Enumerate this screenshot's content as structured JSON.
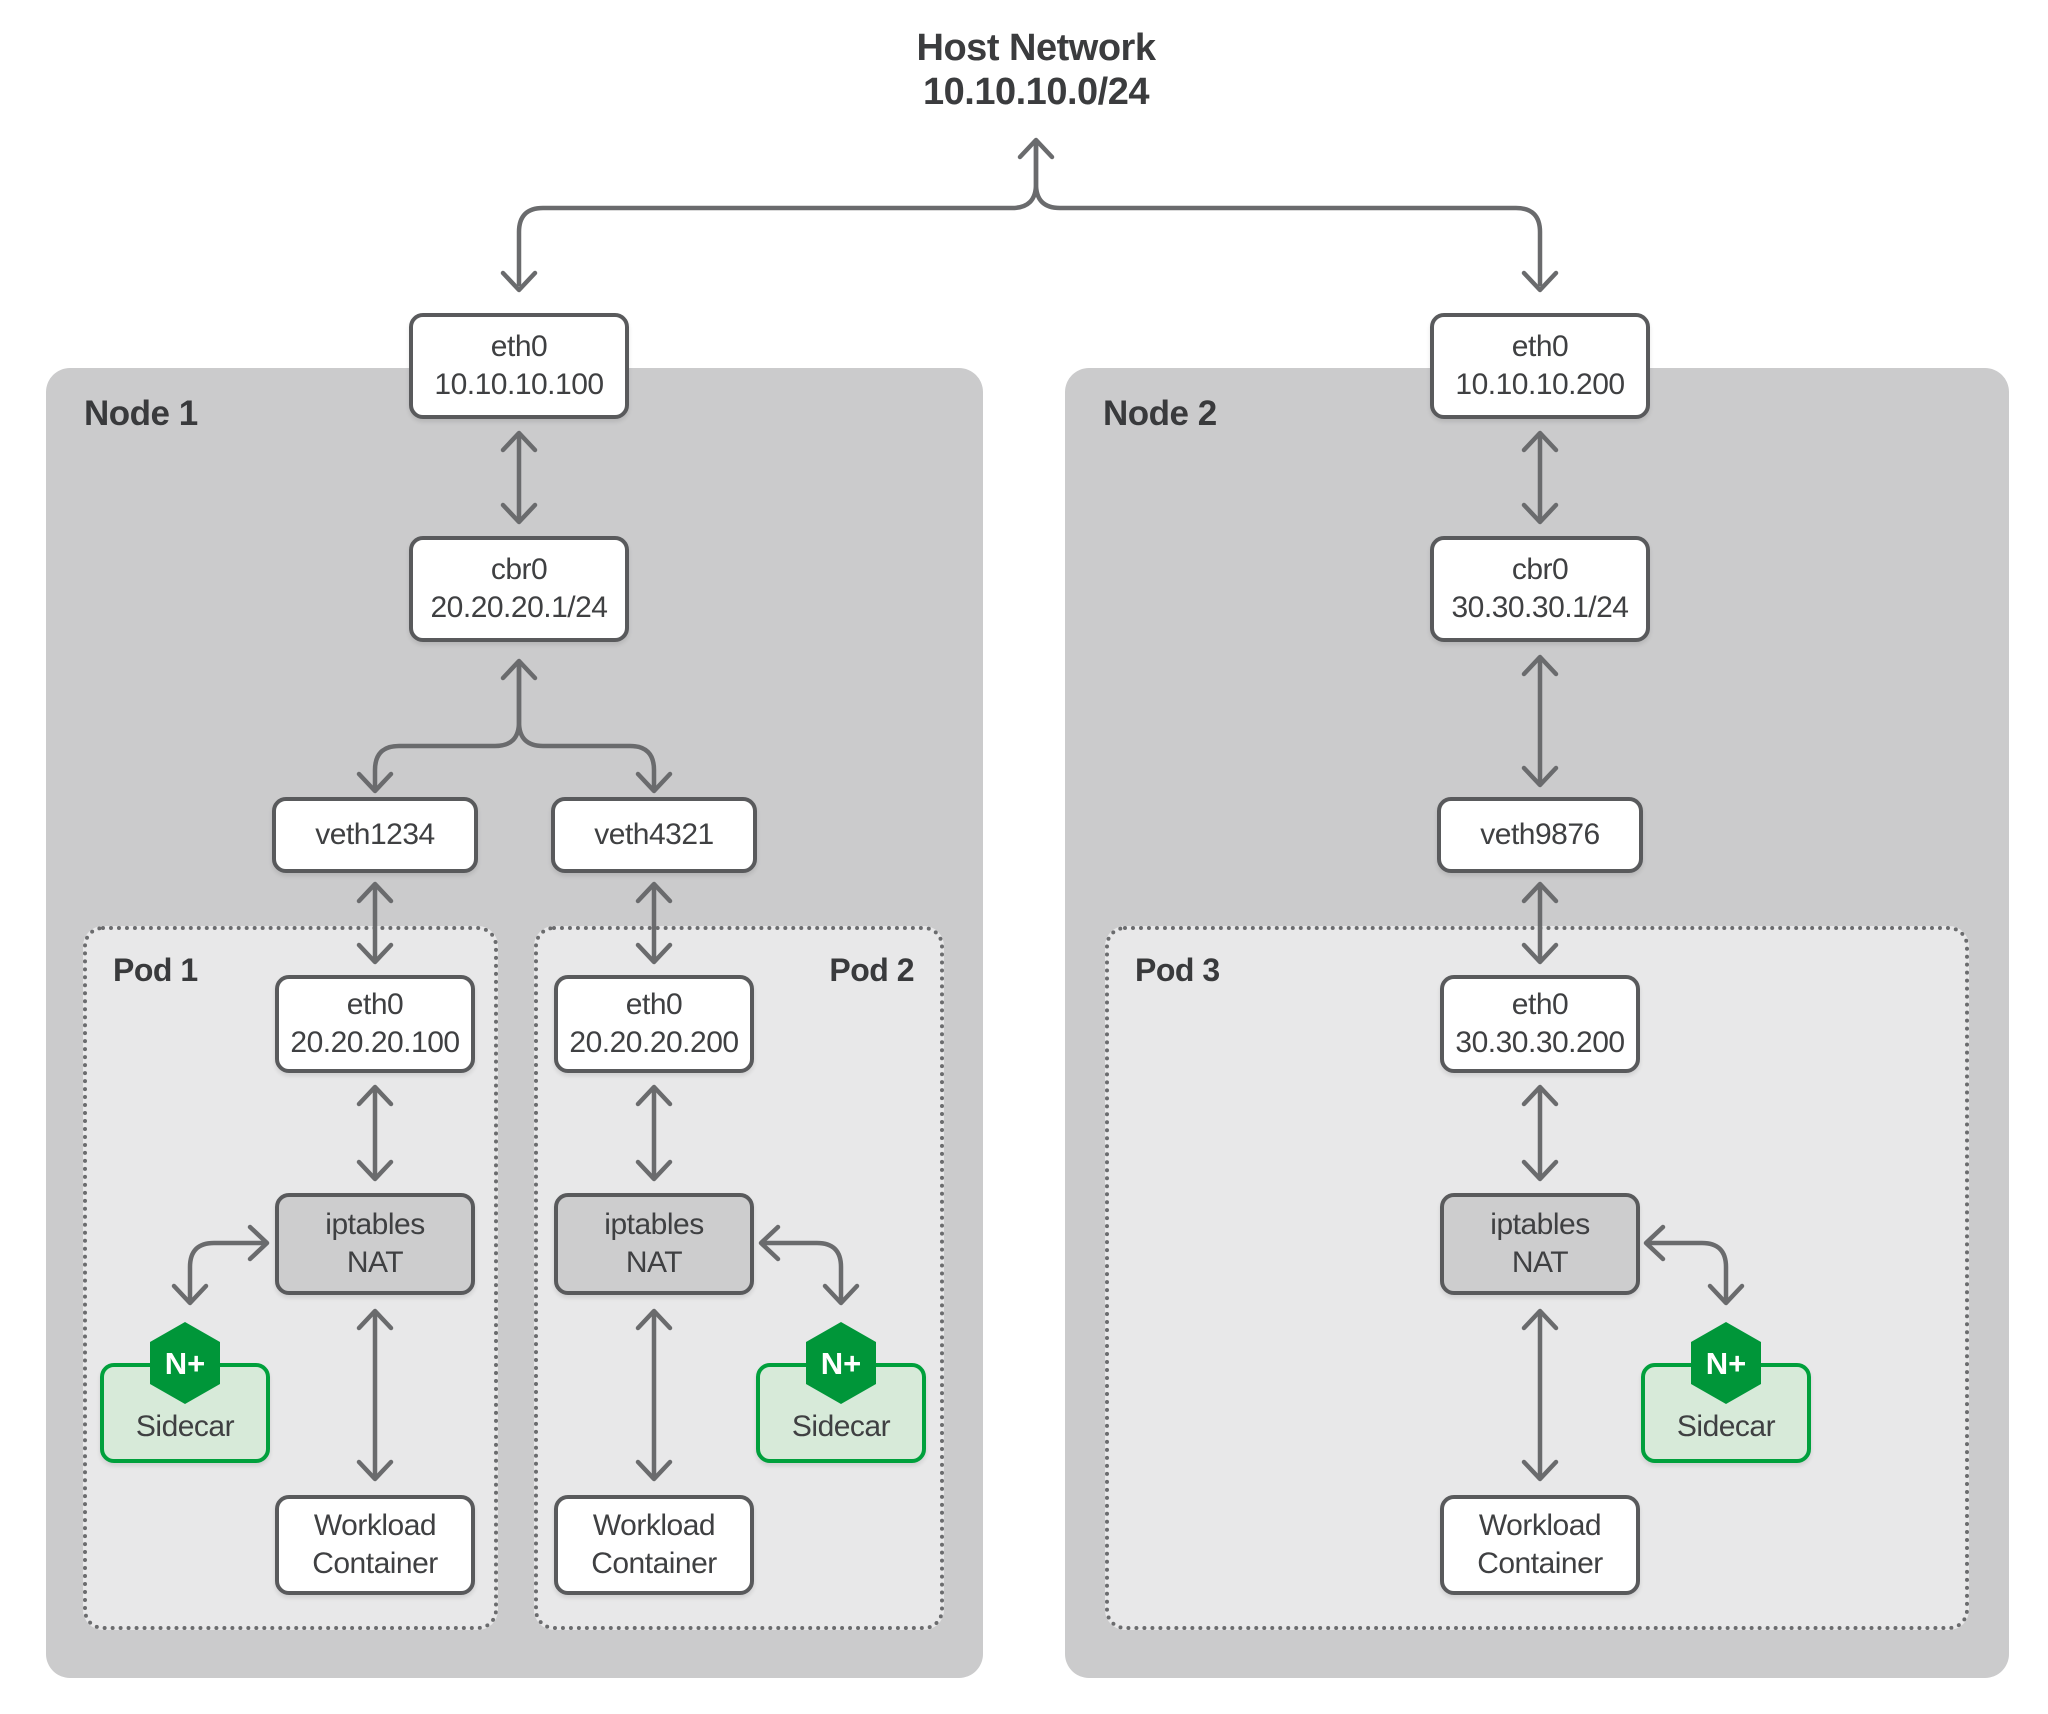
{
  "host_network": {
    "title": "Host Network",
    "cidr": "10.10.10.0/24"
  },
  "node1": {
    "label": "Node 1",
    "eth0": {
      "name": "eth0",
      "ip": "10.10.10.100"
    },
    "cbr0": {
      "name": "cbr0",
      "ip": "20.20.20.1/24"
    },
    "veth_a": "veth1234",
    "veth_b": "veth4321"
  },
  "node2": {
    "label": "Node 2",
    "eth0": {
      "name": "eth0",
      "ip": "10.10.10.200"
    },
    "cbr0": {
      "name": "cbr0",
      "ip": "30.30.30.1/24"
    },
    "veth": "veth9876"
  },
  "pod1": {
    "label": "Pod 1",
    "eth0": {
      "name": "eth0",
      "ip": "20.20.20.100"
    },
    "nat": {
      "line1": "iptables",
      "line2": "NAT"
    },
    "sidecar": {
      "label": "Sidecar",
      "logo": "N+"
    },
    "workload": {
      "line1": "Workload",
      "line2": "Container"
    }
  },
  "pod2": {
    "label": "Pod 2",
    "eth0": {
      "name": "eth0",
      "ip": "20.20.20.200"
    },
    "nat": {
      "line1": "iptables",
      "line2": "NAT"
    },
    "sidecar": {
      "label": "Sidecar",
      "logo": "N+"
    },
    "workload": {
      "line1": "Workload",
      "line2": "Container"
    }
  },
  "pod3": {
    "label": "Pod 3",
    "eth0": {
      "name": "eth0",
      "ip": "30.30.30.200"
    },
    "nat": {
      "line1": "iptables",
      "line2": "NAT"
    },
    "sidecar": {
      "label": "Sidecar",
      "logo": "N+"
    },
    "workload": {
      "line1": "Workload",
      "line2": "Container"
    }
  },
  "colors": {
    "nginx_green": "#009639",
    "sidecar_border": "#00A03C",
    "sidecar_fill": "#D7EAD9",
    "node_fill": "#CBCBCC",
    "pod_fill": "#E8E8E9",
    "nat_fill": "#CDCDCE",
    "box_border": "#595A5C",
    "arrow": "#6A6B6D",
    "text": "#3F4042"
  }
}
